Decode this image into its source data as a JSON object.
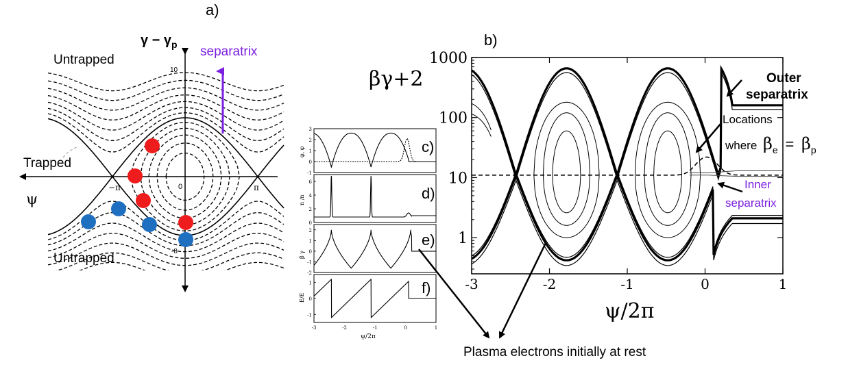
{
  "panel_a": {
    "label": "a)",
    "y_axis_label": "γ − γ",
    "y_axis_sub": "p",
    "x_axis_label": "ψ",
    "tick_top": "10",
    "tick_bottom": "-8",
    "tick_neg_pi": "−π",
    "tick_zero": "0",
    "tick_pi": "π",
    "untrapped_top": "Untrapped",
    "untrapped_bottom": "Untrapped",
    "trapped": "Trapped",
    "separatrix": "separatrix",
    "colors": {
      "red": "#ee1c1c",
      "blue": "#1f6fc1",
      "purple": "#7b1fe0"
    }
  },
  "panel_b": {
    "label": "b)",
    "y_label": "βγ+2",
    "x_label": "ψ/2π",
    "y_ticks": [
      "1000",
      "100",
      "10",
      "1"
    ],
    "x_ticks": [
      "-3",
      "-2",
      "-1",
      "0",
      "1"
    ],
    "outer_line1": "Outer",
    "outer_line2": "separatrix",
    "locations_line1": "Locations",
    "locations_line2": "where",
    "beta_e": "β",
    "beta_e_sub": "e",
    "equals": "=",
    "beta_p": "β",
    "beta_p_sub": "p",
    "inner_line1": "Inner",
    "inner_line2": "separatrix"
  },
  "panels_cdef": {
    "c_label": "c)",
    "d_label": "d)",
    "e_label": "e)",
    "f_label": "f)",
    "c_ylabel": "φ, φ",
    "d_ylabel": "n /n",
    "e_ylabel": "β γ",
    "f_ylabel": "E/E",
    "xlabel": "ψ/2π",
    "x_ticks": [
      "-3",
      "-2",
      "-1",
      "0",
      "1"
    ],
    "c_ticks": [
      "3",
      "2",
      "1",
      "0",
      "-1"
    ],
    "d_ticks": [
      "6",
      "4",
      "2",
      "0"
    ],
    "e_ticks": [
      "2",
      "1",
      "0",
      "-1",
      "-2"
    ],
    "f_ticks": [
      "1",
      "0",
      "-1"
    ]
  },
  "caption": "Plasma electrons initially at rest"
}
